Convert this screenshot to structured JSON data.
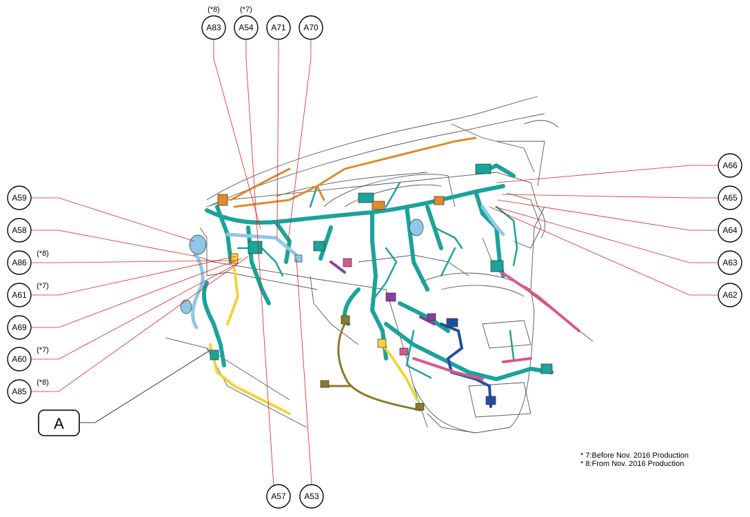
{
  "callouts": [
    {
      "id": "A83",
      "label": "A83",
      "note": "(*8)"
    },
    {
      "id": "A54",
      "label": "A54",
      "note": "(*7)"
    },
    {
      "id": "A71",
      "label": "A71",
      "note": ""
    },
    {
      "id": "A70",
      "label": "A70",
      "note": ""
    },
    {
      "id": "A66",
      "label": "A66",
      "note": ""
    },
    {
      "id": "A65",
      "label": "A65",
      "note": ""
    },
    {
      "id": "A64",
      "label": "A64",
      "note": ""
    },
    {
      "id": "A63",
      "label": "A63",
      "note": ""
    },
    {
      "id": "A62",
      "label": "A62",
      "note": ""
    },
    {
      "id": "A59",
      "label": "A59",
      "note": ""
    },
    {
      "id": "A58",
      "label": "A58",
      "note": ""
    },
    {
      "id": "A86",
      "label": "A86",
      "note": "(*8)"
    },
    {
      "id": "A61",
      "label": "A61",
      "note": "(*7)"
    },
    {
      "id": "A69",
      "label": "A69",
      "note": ""
    },
    {
      "id": "A60",
      "label": "A60",
      "note": "(*7)"
    },
    {
      "id": "A85",
      "label": "A85",
      "note": "(*8)"
    },
    {
      "id": "A57",
      "label": "A57",
      "note": ""
    },
    {
      "id": "A53",
      "label": "A53",
      "note": ""
    }
  ],
  "frame_label": "A",
  "footnotes": [
    "* 7:Before Nov. 2016 Production",
    "* 8:From Nov. 2016 Production"
  ],
  "colors": {
    "harness_teal": "#1aa39a",
    "harness_blue": "#8fc7e8",
    "harness_yellow": "#f2d43a",
    "harness_orange": "#e08a2a",
    "harness_olive": "#8a7a2a",
    "harness_navy": "#1f4fa0",
    "harness_pink": "#d9578c",
    "harness_purple": "#8a3f9a",
    "leader_line": "#e02020",
    "outline": "#555555"
  }
}
